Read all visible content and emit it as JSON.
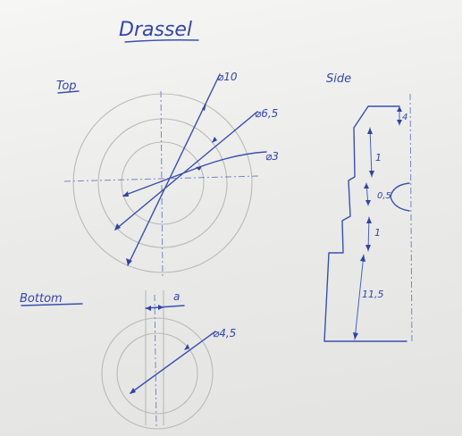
{
  "title": "Drassel",
  "views": {
    "top": {
      "label": "Top",
      "dimensions": [
        "⌀10",
        "⌀6,5",
        "⌀3"
      ]
    },
    "bottom": {
      "label": "Bottom",
      "dimensions": [
        "⌀4,5",
        "a"
      ]
    },
    "side": {
      "label": "Side",
      "dimensions": [
        "4",
        "1",
        "0,5",
        "1",
        "11,5"
      ]
    }
  }
}
